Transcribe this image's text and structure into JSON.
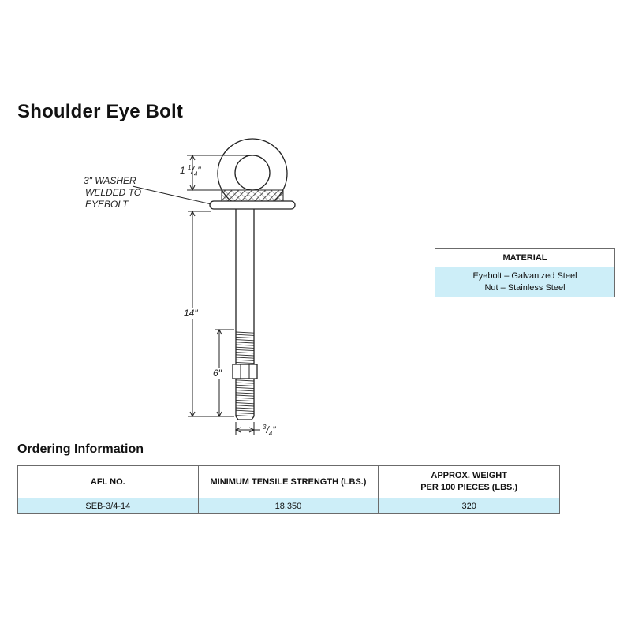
{
  "title": "Shoulder Eye Bolt",
  "diagram": {
    "callout": [
      "3\" WASHER",
      "WELDED TO",
      "EYEBOLT"
    ],
    "dim_eye_whole": "1",
    "dim_eye_num": "1",
    "dim_eye_den": "4",
    "dim_eye_suffix": "\"",
    "dim_length": "14\"",
    "dim_thread": "6\"",
    "dim_dia_num": "3",
    "dim_dia_den": "4",
    "dim_dia_suffix": "\""
  },
  "material_table": {
    "header": "MATERIAL",
    "lines": [
      "Eyebolt – Galvanized Steel",
      "Nut – Stainless Steel"
    ]
  },
  "ordering": {
    "title": "Ordering Information",
    "columns": [
      "AFL NO.",
      "MINIMUM TENSILE STRENGTH (LBS.)",
      "APPROX. WEIGHT",
      "PER 100 PIECES (LBS.)"
    ],
    "row": [
      "SEB-3/4-14",
      "18,350",
      "320"
    ]
  },
  "colors": {
    "table_fill": "#cdeef8",
    "line": "#222222"
  }
}
